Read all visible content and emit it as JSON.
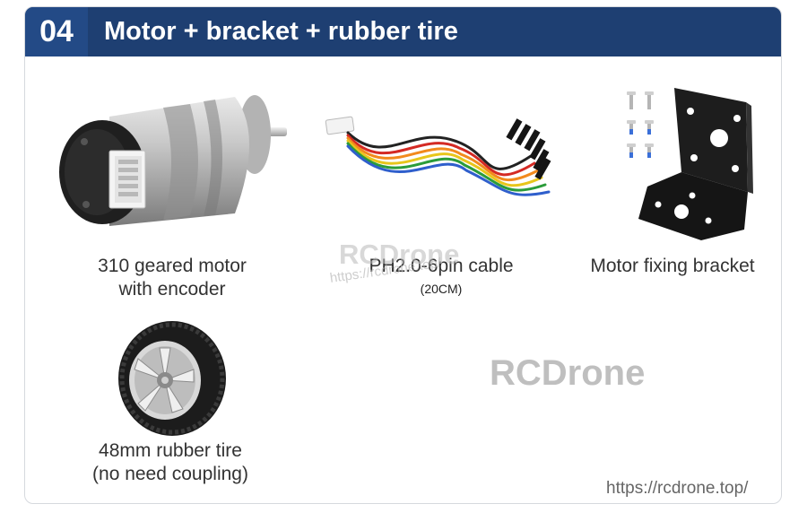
{
  "header": {
    "number": "04",
    "title": "Motor + bracket + rubber tire"
  },
  "items": [
    {
      "caption_line1": "310 geared motor",
      "caption_line2": "with encoder"
    },
    {
      "caption_line1": "PH2.0-6pin cable",
      "caption_line2": "(20CM)"
    },
    {
      "caption_line1": "Motor fixing bracket"
    },
    {
      "caption_line1": "48mm rubber tire",
      "caption_line2": "(no need coupling)"
    }
  ],
  "watermarks": {
    "brand": "RCDrone",
    "small_brand": "RCDrone",
    "small_url": "https://rcdrone.top/",
    "corner_url": "https://rcdrone.top/"
  },
  "colors": {
    "header_bg": "#1e3f72",
    "badge_bg": "#234a86",
    "header_text": "#ffffff"
  }
}
